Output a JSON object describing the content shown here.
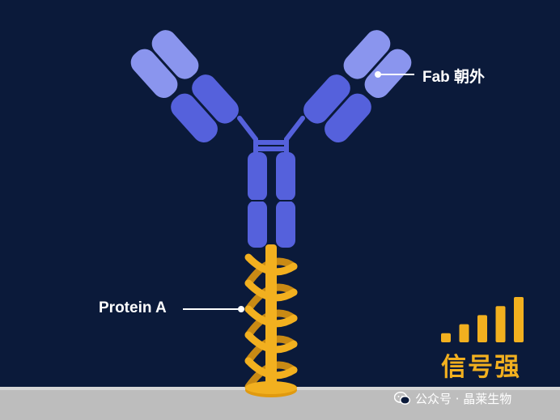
{
  "labels": {
    "fab": "Fab 朝外",
    "protein_a": "Protein A",
    "signal": "信号强"
  },
  "watermark": {
    "text": "公众号 · 晶莱生物",
    "icon": "wechat-icon"
  },
  "signal_bars": {
    "levels": [
      1,
      2,
      3,
      4,
      5
    ],
    "max": 5
  },
  "colors": {
    "background": "#0b1a3a",
    "antibody_light": "#8a95ee",
    "antibody_dark": "#5561dc",
    "protein_a": "#f2b01f",
    "surface": "#bdbdbd"
  }
}
